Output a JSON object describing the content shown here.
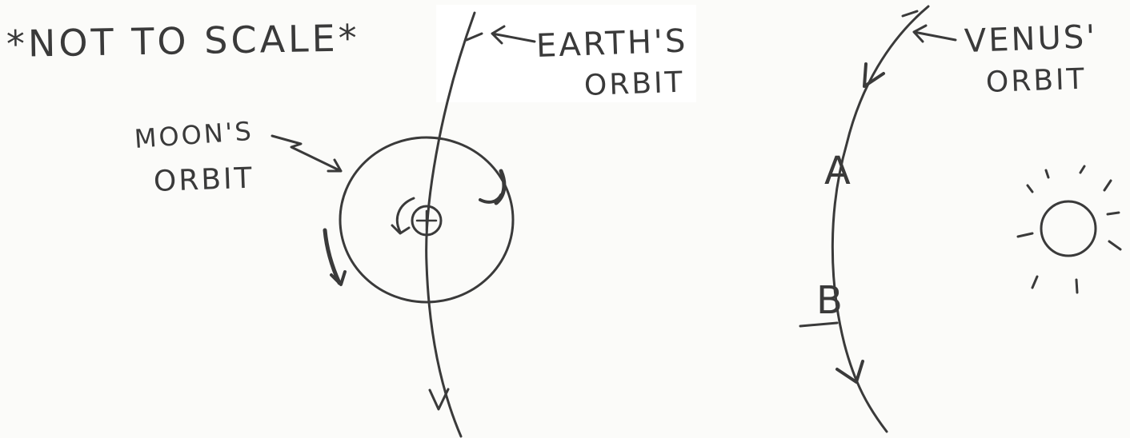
{
  "labels": {
    "scale_note": "*NOT TO SCALE*",
    "earth_orbit_line1": "EARTH'S",
    "earth_orbit_line2": "ORBIT",
    "moon_orbit_line1": "MOON'S",
    "moon_orbit_line2": "ORBIT",
    "venus_orbit_line1": "VENUS'",
    "venus_orbit_line2": "ORBIT",
    "point_a": "A",
    "point_b": "B",
    "earth_symbol": "⊕"
  },
  "icons": [
    "sun-icon",
    "earth-symbol-icon",
    "direction-arrow-icon"
  ],
  "colors": {
    "ink": "#3a3a3a",
    "paper": "#fbfbf9"
  }
}
